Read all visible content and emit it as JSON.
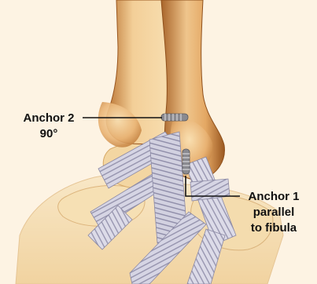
{
  "labels": {
    "anchor2": {
      "line1": "Anchor 2",
      "line2": "90°"
    },
    "anchor1": {
      "line1": "Anchor 1",
      "line2": "parallel",
      "line3": "to fibula"
    }
  },
  "colors": {
    "background": "#fdf3e3",
    "bone_light": "#f6d9a8",
    "bone_mid": "#e3a964",
    "bone_dark": "#b26b2b",
    "ligament": "#d3d2e2",
    "ligament_stripe": "#8d8ba6",
    "anchor": "#8a8a90",
    "text": "#111111"
  }
}
